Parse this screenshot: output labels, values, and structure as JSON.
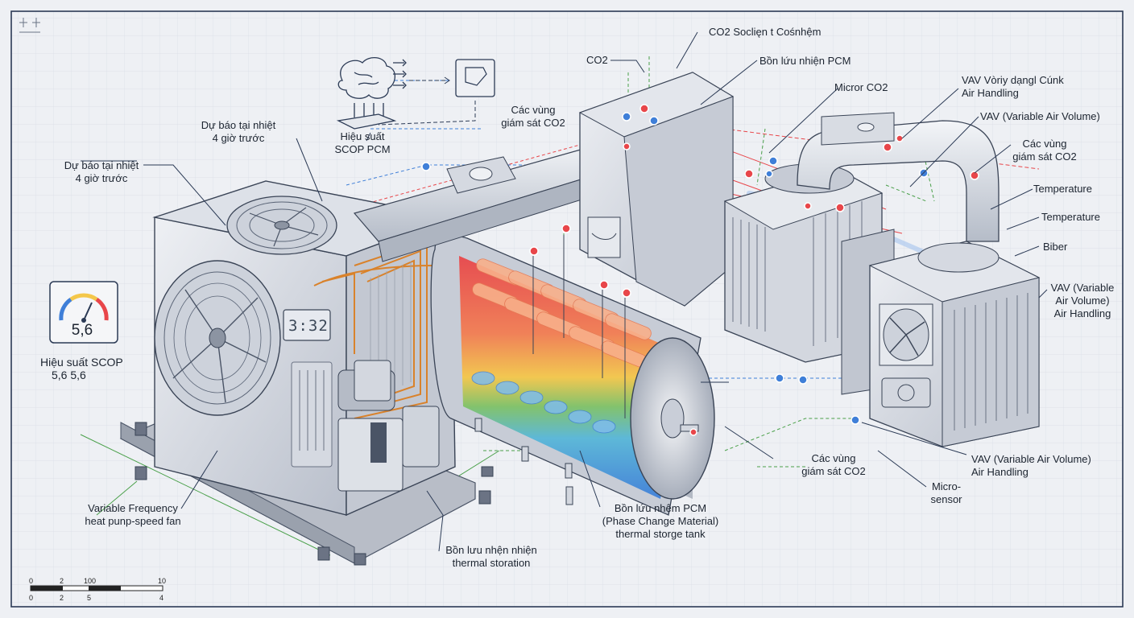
{
  "labels": {
    "co2_sensor_top": "CO2 Soclięn t Cośnhệm",
    "co2_small": "CO2",
    "pcm_tank_top": "Bồn lứu nhiện PCM",
    "micror_co2": "Micror CO2",
    "vav_top_line1": "VAV Vòriy dạngl Cúnk",
    "vav_top_line2": "Air Handling",
    "vav_right_top": "VAV (Variable Air Volume)",
    "co2_zones_right_line1": "Các vùng",
    "co2_zones_right_line2": "giám sát CO2",
    "temperature_1": "Temperature",
    "temperature_2": "Temperature",
    "biber": "Biber",
    "vav_mid_line1": "VAV (Variable",
    "vav_mid_line2": "Air Volume)",
    "vav_mid_line3": "Air Handling",
    "co2_zones_center_line1": "Các vùng",
    "co2_zones_center_line2": "giám sát CO2",
    "forecast_1_line1": "Dự báo tại nhiệt",
    "forecast_1_line2": "4 giờ trước",
    "forecast_2_line1": "Dự báo tại nhiệt",
    "forecast_2_line2": "4 giờ trước",
    "scop_pcm_line1": "Hiệu suất",
    "scop_pcm_line2": "SCOP PCM",
    "scop_gauge_value": "5,6",
    "scop_line1": "Hiệu suất SCOP",
    "scop_line2": "5,6 5,6",
    "vf_line1": "Variable Frequency",
    "vf_line2": "heat punp-speed fan",
    "thermal_line1": "Bồn lưu nhện nhiện",
    "thermal_line2": "thermal storation",
    "pcm_bottom_line1": "Bồn lứu nhệm PCM",
    "pcm_bottom_line2": "(Phase Change Material)",
    "pcm_bottom_line3": "thermal storge tank",
    "co2_zones_bottom_line1": "Các vùng",
    "co2_zones_bottom_line2": "giám sát CO2",
    "vav_bottom_line1": "VAV (Variable Air Volume)",
    "vav_bottom_line2": "Air Handling",
    "micro_sensor_line1": "Micro-",
    "micro_sensor_line2": "sensor"
  },
  "display": {
    "digits": "3:32"
  },
  "scale_bar": {
    "top": [
      "0",
      "2",
      "100",
      "10"
    ],
    "bottom": [
      "0",
      "2",
      "5",
      "4"
    ]
  },
  "colors": {
    "background": "#eef0f4",
    "frame": "#2b3a55",
    "grid": "#d9dde6",
    "hot": "#e8464a",
    "cold": "#3f7fd8",
    "green_dash": "#4aa04a",
    "metal": "#c9ced8",
    "copper": "#d9822b"
  },
  "icons": [
    "brain-icon",
    "document-icon",
    "gauge-icon",
    "fan-icon"
  ]
}
